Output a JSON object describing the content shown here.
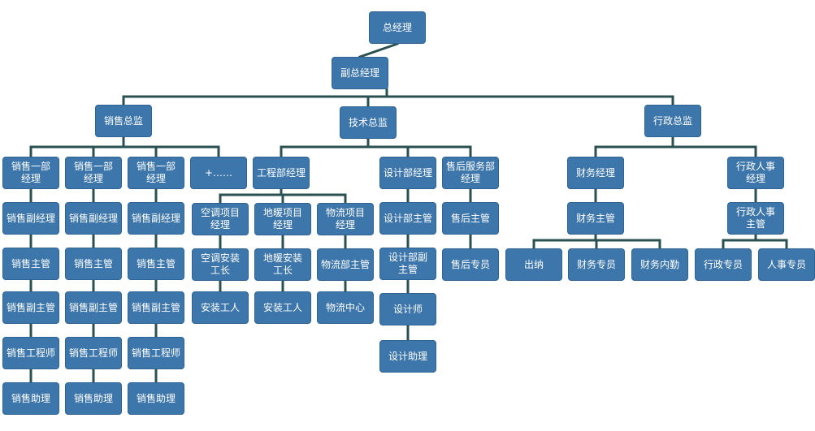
{
  "org_chart": {
    "line_color": "#2b5052",
    "node_color": "#3d76aa",
    "nodes": [
      {
        "id": "gm",
        "label": "总经理"
      },
      {
        "id": "dgm",
        "label": "副总经理"
      },
      {
        "id": "sales_dir",
        "label": "销售总监"
      },
      {
        "id": "tech_dir",
        "label": "技术总监"
      },
      {
        "id": "admin_dir",
        "label": "行政总监"
      },
      {
        "id": "s1_mgr",
        "label": "销售一部\n经理"
      },
      {
        "id": "s1_dmgr",
        "label": "销售副经理"
      },
      {
        "id": "s1_sup",
        "label": "销售主管"
      },
      {
        "id": "s1_dsup",
        "label": "销售副主管"
      },
      {
        "id": "s1_eng",
        "label": "销售工程师"
      },
      {
        "id": "s1_ast",
        "label": "销售助理"
      },
      {
        "id": "s2_mgr",
        "label": "销售一部\n经理"
      },
      {
        "id": "s2_dmgr",
        "label": "销售副经理"
      },
      {
        "id": "s2_sup",
        "label": "销售主管"
      },
      {
        "id": "s2_dsup",
        "label": "销售副主管"
      },
      {
        "id": "s2_eng",
        "label": "销售工程师"
      },
      {
        "id": "s2_ast",
        "label": "销售助理"
      },
      {
        "id": "s3_mgr",
        "label": "销售一部\n经理"
      },
      {
        "id": "s3_dmgr",
        "label": "销售副经理"
      },
      {
        "id": "s3_sup",
        "label": "销售主管"
      },
      {
        "id": "s3_dsup",
        "label": "销售副主管"
      },
      {
        "id": "s3_eng",
        "label": "销售工程师"
      },
      {
        "id": "s3_ast",
        "label": "销售助理"
      },
      {
        "id": "s_more",
        "label": "+……"
      },
      {
        "id": "eng_mgr",
        "label": "工程部经理"
      },
      {
        "id": "ac_pm",
        "label": "空调项目\n经理"
      },
      {
        "id": "ac_fm",
        "label": "空调安装\n工长"
      },
      {
        "id": "ac_w",
        "label": "安装工人"
      },
      {
        "id": "fh_pm",
        "label": "地暖项目\n经理"
      },
      {
        "id": "fh_fm",
        "label": "地暖安装\n工长"
      },
      {
        "id": "fh_w",
        "label": "安装工人"
      },
      {
        "id": "lg_pm",
        "label": "物流项目\n经理"
      },
      {
        "id": "lg_sup",
        "label": "物流部主管"
      },
      {
        "id": "lg_ctr",
        "label": "物流中心"
      },
      {
        "id": "des_mgr",
        "label": "设计部经理"
      },
      {
        "id": "des_sup",
        "label": "设计部主管"
      },
      {
        "id": "des_dsup",
        "label": "设计部副\n主管"
      },
      {
        "id": "designer",
        "label": "设计师"
      },
      {
        "id": "des_ast",
        "label": "设计助理"
      },
      {
        "id": "as_mgr",
        "label": "售后服务部\n经理"
      },
      {
        "id": "as_sup",
        "label": "售后主管"
      },
      {
        "id": "as_spec",
        "label": "售后专员"
      },
      {
        "id": "fin_mgr",
        "label": "财务经理"
      },
      {
        "id": "fin_sup",
        "label": "财务主管"
      },
      {
        "id": "cashier",
        "label": "出纳"
      },
      {
        "id": "fin_spec",
        "label": "财务专员"
      },
      {
        "id": "fin_audit",
        "label": "财务内勤"
      },
      {
        "id": "hr_mgr",
        "label": "行政人事\n经理"
      },
      {
        "id": "hr_sup",
        "label": "行政人事\n主管"
      },
      {
        "id": "adm_spec",
        "label": "行政专员"
      },
      {
        "id": "hr_spec",
        "label": "人事专员"
      }
    ],
    "edges": [
      [
        "gm",
        "dgm"
      ],
      [
        "dgm",
        "sales_dir"
      ],
      [
        "dgm",
        "tech_dir"
      ],
      [
        "dgm",
        "admin_dir"
      ],
      [
        "sales_dir",
        "s1_mgr"
      ],
      [
        "sales_dir",
        "s2_mgr"
      ],
      [
        "sales_dir",
        "s3_mgr"
      ],
      [
        "sales_dir",
        "s_more"
      ],
      [
        "s1_mgr",
        "s1_dmgr"
      ],
      [
        "s1_dmgr",
        "s1_sup"
      ],
      [
        "s1_sup",
        "s1_dsup"
      ],
      [
        "s1_dsup",
        "s1_eng"
      ],
      [
        "s1_eng",
        "s1_ast"
      ],
      [
        "s2_mgr",
        "s2_dmgr"
      ],
      [
        "s2_dmgr",
        "s2_sup"
      ],
      [
        "s2_sup",
        "s2_dsup"
      ],
      [
        "s2_dsup",
        "s2_eng"
      ],
      [
        "s2_eng",
        "s2_ast"
      ],
      [
        "s3_mgr",
        "s3_dmgr"
      ],
      [
        "s3_dmgr",
        "s3_sup"
      ],
      [
        "s3_sup",
        "s3_dsup"
      ],
      [
        "s3_dsup",
        "s3_eng"
      ],
      [
        "s3_eng",
        "s3_ast"
      ],
      [
        "tech_dir",
        "eng_mgr"
      ],
      [
        "tech_dir",
        "des_mgr"
      ],
      [
        "tech_dir",
        "as_mgr"
      ],
      [
        "eng_mgr",
        "ac_pm"
      ],
      [
        "eng_mgr",
        "fh_pm"
      ],
      [
        "eng_mgr",
        "lg_pm"
      ],
      [
        "ac_pm",
        "ac_fm"
      ],
      [
        "ac_fm",
        "ac_w"
      ],
      [
        "fh_pm",
        "fh_fm"
      ],
      [
        "fh_fm",
        "fh_w"
      ],
      [
        "lg_pm",
        "lg_sup"
      ],
      [
        "lg_sup",
        "lg_ctr"
      ],
      [
        "des_mgr",
        "des_sup"
      ],
      [
        "des_sup",
        "des_dsup"
      ],
      [
        "des_dsup",
        "designer"
      ],
      [
        "designer",
        "des_ast"
      ],
      [
        "as_mgr",
        "as_sup"
      ],
      [
        "as_sup",
        "as_spec"
      ],
      [
        "admin_dir",
        "fin_mgr"
      ],
      [
        "admin_dir",
        "hr_mgr"
      ],
      [
        "fin_mgr",
        "fin_sup"
      ],
      [
        "fin_sup",
        "cashier"
      ],
      [
        "fin_sup",
        "fin_spec"
      ],
      [
        "fin_sup",
        "fin_audit"
      ],
      [
        "hr_mgr",
        "hr_sup"
      ],
      [
        "hr_sup",
        "adm_spec"
      ],
      [
        "hr_sup",
        "hr_spec"
      ]
    ]
  }
}
